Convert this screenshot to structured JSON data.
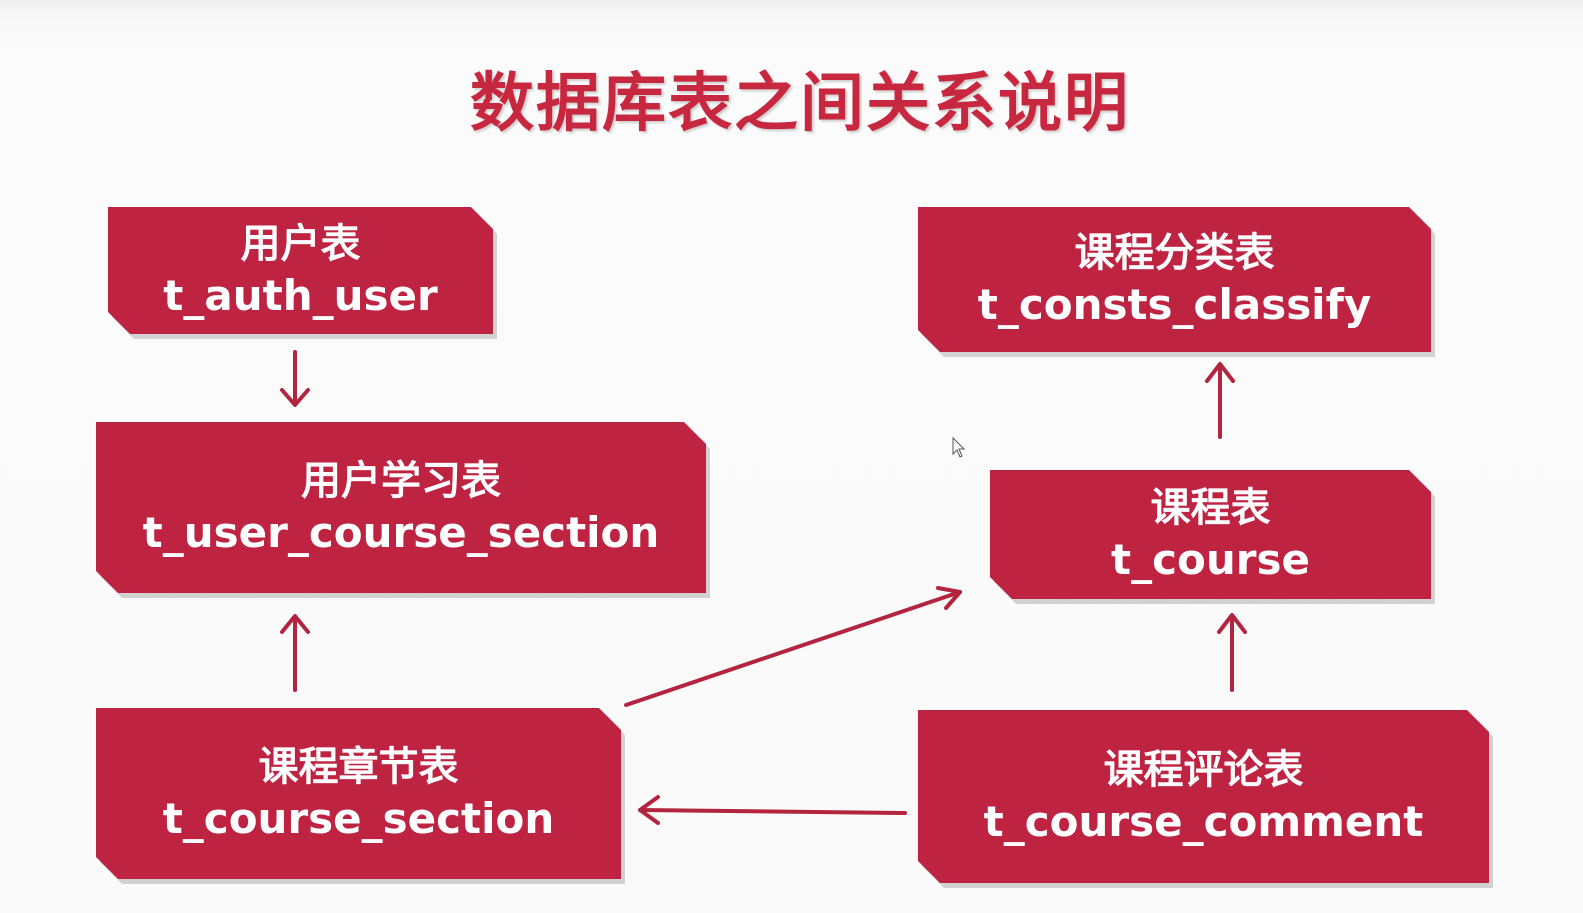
{
  "title": "数据库表之间关系说明",
  "nodes": {
    "auth_user": {
      "cn": "用户表",
      "en": "t_auth_user"
    },
    "user_course_section": {
      "cn": "用户学习表",
      "en": "t_user_course_section"
    },
    "course_section": {
      "cn": "课程章节表",
      "en": "t_course_section"
    },
    "consts_classify": {
      "cn": "课程分类表",
      "en": "t_consts_classify"
    },
    "course": {
      "cn": "课程表",
      "en": "t_course"
    },
    "course_comment": {
      "cn": "课程评论表",
      "en": "t_course_comment"
    }
  },
  "colors": {
    "node_fill": "#bf2342",
    "title": "#c8283f",
    "arrow": "#b3243f"
  }
}
